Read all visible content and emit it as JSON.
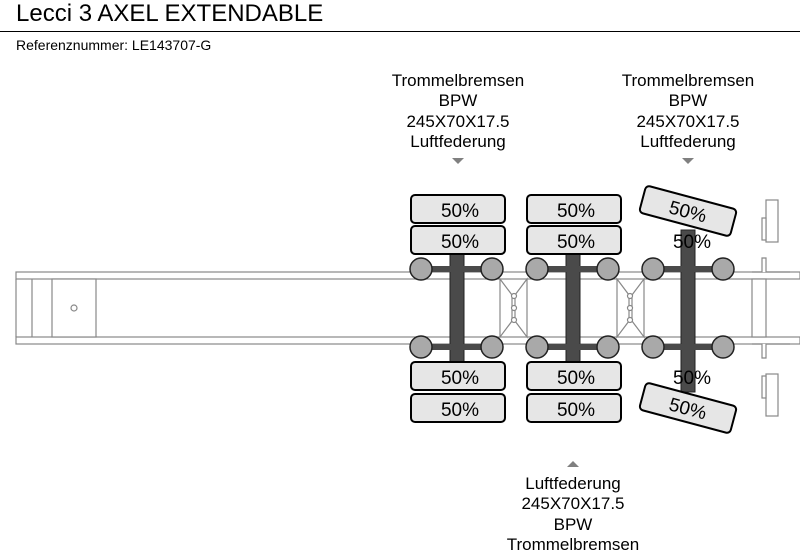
{
  "header": {
    "title": "Lecci 3 AXEL EXTENDABLE",
    "reference": "Referenznummer: LE143707-G"
  },
  "axle_groups": [
    {
      "position": "top",
      "lines": [
        "Trommelbremsen",
        "BPW",
        "245X70X17.5",
        "Luftfederung"
      ]
    },
    {
      "position": "top",
      "lines": [
        "Trommelbremsen",
        "BPW",
        "245X70X17.5",
        "Luftfederung"
      ]
    },
    {
      "position": "bottom",
      "lines": [
        "Luftfederung",
        "245X70X17.5",
        "BPW",
        "Trommelbremsen"
      ]
    }
  ],
  "axles": [
    {
      "tires_top": [
        "50%",
        "50%"
      ],
      "tires_bottom": [
        "50%",
        "50%"
      ],
      "steering": false
    },
    {
      "tires_top": [
        "50%",
        "50%"
      ],
      "tires_bottom": [
        "50%",
        "50%"
      ],
      "steering": false
    },
    {
      "tires_top": [
        "50%",
        "50%"
      ],
      "tires_bottom": [
        "50%",
        "50%"
      ],
      "steering": true
    }
  ],
  "colors": {
    "axle": "#4a4a4a",
    "hub": "#a9a9a9",
    "tire_fill": "#e6e6e6",
    "frame": "#888888",
    "arrow": "#808080"
  }
}
